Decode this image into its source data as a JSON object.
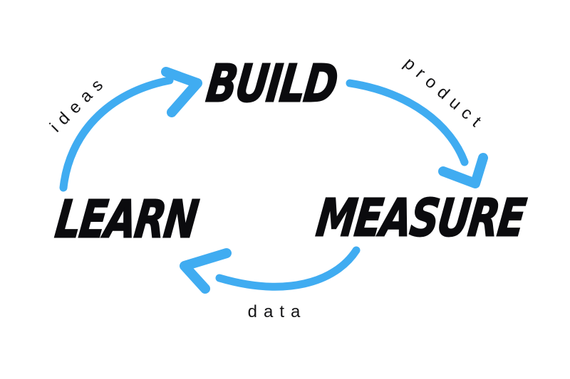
{
  "diagram": {
    "type": "cycle",
    "background_color": "#ffffff",
    "arrow_color": "#40acf1",
    "text_color": "#0b0b0e",
    "label_color": "#141416",
    "nodes": [
      {
        "id": "build",
        "label": "BUILD"
      },
      {
        "id": "measure",
        "label": "MEASURE"
      },
      {
        "id": "learn",
        "label": "LEARN"
      }
    ],
    "edges": [
      {
        "id": "learn-to-build",
        "from": "learn",
        "to": "build",
        "label": "ideas"
      },
      {
        "id": "build-to-measure",
        "from": "build",
        "to": "measure",
        "label": "product"
      },
      {
        "id": "measure-to-learn",
        "from": "measure",
        "to": "learn",
        "label": "data"
      }
    ]
  }
}
